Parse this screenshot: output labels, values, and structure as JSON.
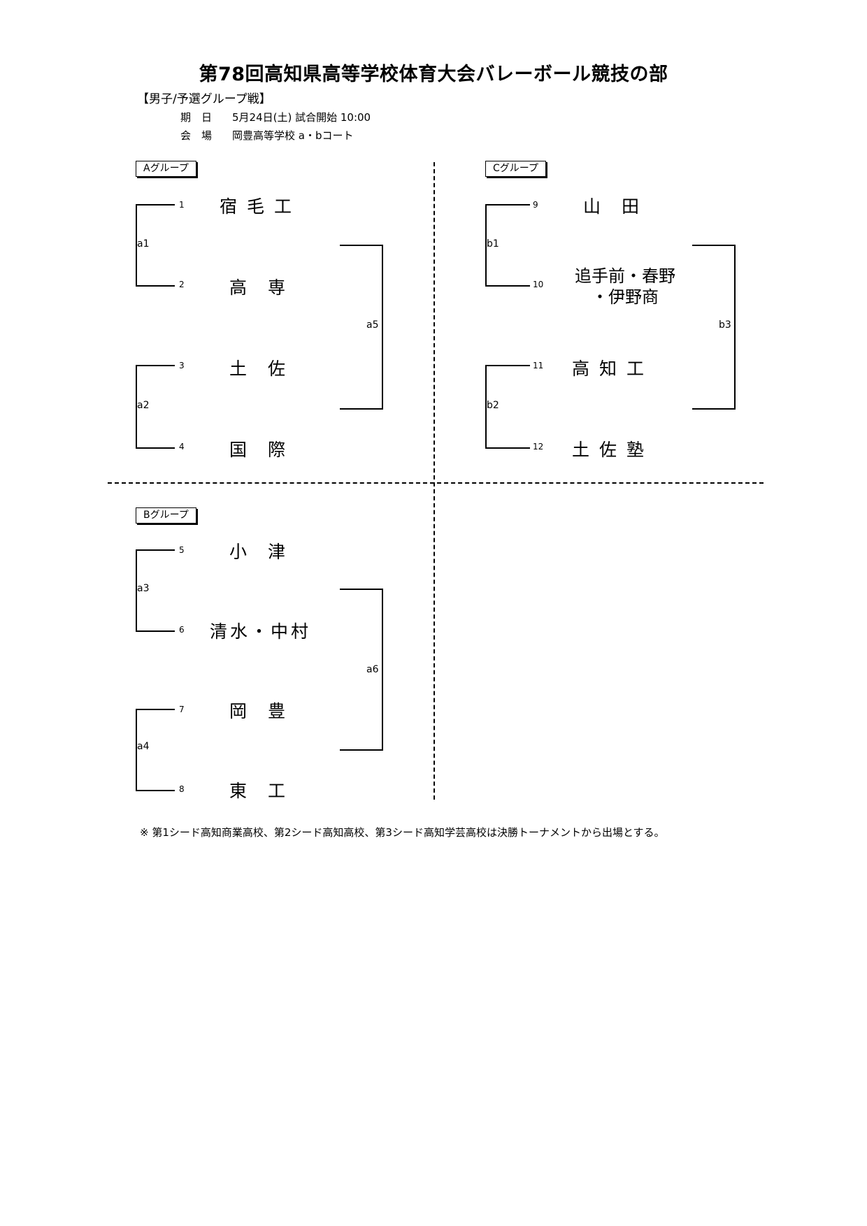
{
  "title": "第78回高知県高等学校体育大会バレーボール競技の部",
  "subtitle": "【男子/予選グループ戦】",
  "date_label": "期　日",
  "date_value": "5月24日(土) 試合開始 10:00",
  "venue_label": "会　場",
  "venue_value": "岡豊高等学校 a・bコート",
  "groups": {
    "A": {
      "label": "Aグループ",
      "teams": [
        {
          "no": "1",
          "name": "宿毛工"
        },
        {
          "no": "2",
          "name": "高専"
        },
        {
          "no": "3",
          "name": "土佐"
        },
        {
          "no": "4",
          "name": "国際"
        }
      ],
      "matches": [
        "a1",
        "a2",
        "a5"
      ]
    },
    "B": {
      "label": "Bグループ",
      "teams": [
        {
          "no": "5",
          "name": "小津"
        },
        {
          "no": "6",
          "name": "清水・中村"
        },
        {
          "no": "7",
          "name": "岡豊"
        },
        {
          "no": "8",
          "name": "東工"
        }
      ],
      "matches": [
        "a3",
        "a4",
        "a6"
      ]
    },
    "C": {
      "label": "Cグループ",
      "teams": [
        {
          "no": "9",
          "name": "山田"
        },
        {
          "no": "10",
          "name_line1": "追手前・春野",
          "name_line2": "・伊野商"
        },
        {
          "no": "11",
          "name": "高知工"
        },
        {
          "no": "12",
          "name": "土佐塾"
        }
      ],
      "matches": [
        "b1",
        "b2",
        "b3"
      ]
    }
  },
  "note": "※ 第1シード高知商業高校、第2シード高知高校、第3シード高知学芸高校は決勝トーナメントから出場とする。"
}
